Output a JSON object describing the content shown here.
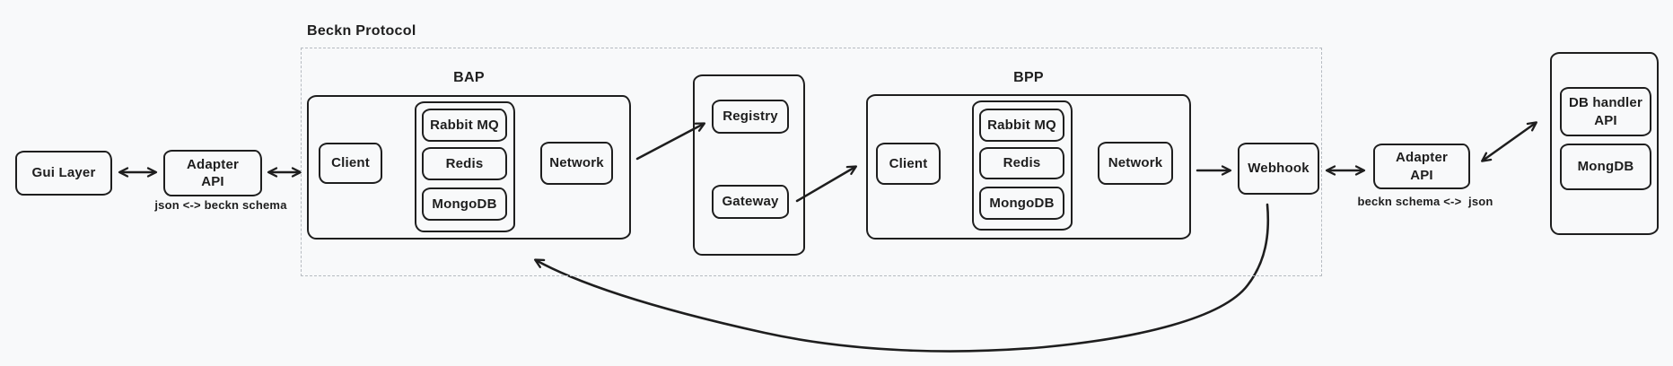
{
  "colors": {
    "background": "#f8f9fa",
    "stroke": "#1e1e1e",
    "dashed_border": "#b6bbc1"
  },
  "beckn_protocol": {
    "label": "Beckn Protocol"
  },
  "gui": {
    "gui_layer": "Gui Layer"
  },
  "adapter_left": {
    "label": "Adapter\nAPI",
    "caption": "json <-> beckn schema"
  },
  "bap": {
    "label": "BAP",
    "client": "Client",
    "rabbitmq": "Rabbit MQ",
    "redis": "Redis",
    "mongodb": "MongoDB",
    "network": "Network"
  },
  "registry_gateway": {
    "registry": "Registry",
    "gateway": "Gateway"
  },
  "bpp": {
    "label": "BPP",
    "client": "Client",
    "rabbitmq": "Rabbit MQ",
    "redis": "Redis",
    "mongodb": "MongoDB",
    "network": "Network"
  },
  "webhook": {
    "label": "Webhook"
  },
  "adapter_right": {
    "label": "Adapter\nAPI",
    "caption": "beckn schema <->  json"
  },
  "db": {
    "db_handler": "DB handler\nAPI",
    "mongdb": "MongDB"
  },
  "edges": [
    {
      "from": "gui-layer",
      "to": "adapter-api-left",
      "style": "bidirectional"
    },
    {
      "from": "adapter-api-left",
      "to": "bap",
      "style": "bidirectional"
    },
    {
      "from": "bap-network",
      "to": "registry",
      "style": "directed"
    },
    {
      "from": "gateway",
      "to": "bpp",
      "style": "directed"
    },
    {
      "from": "bpp-network",
      "to": "webhook",
      "style": "directed"
    },
    {
      "from": "webhook",
      "to": "adapter-api-right",
      "style": "bidirectional"
    },
    {
      "from": "adapter-api-right",
      "to": "db-handler-container",
      "style": "bidirectional"
    },
    {
      "from": "webhook",
      "to": "bap",
      "style": "directed-curved"
    }
  ]
}
